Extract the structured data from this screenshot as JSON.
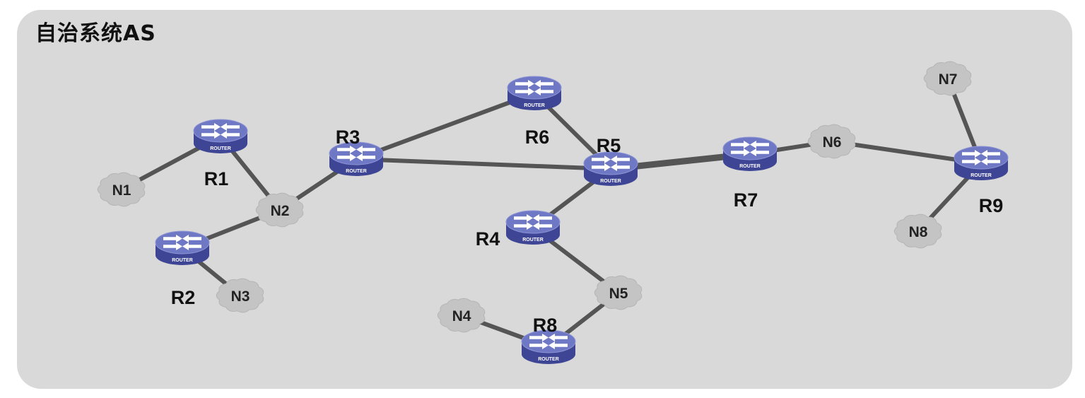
{
  "title": "自治系统AS",
  "colors": {
    "panel": "#d9d9d9",
    "link": "#555555",
    "router_top": "#6f78c4",
    "router_side": "#3d4594",
    "cloud": "#c4c4c4"
  },
  "routers": [
    {
      "id": "R1",
      "label": "R1",
      "sub": "ROUTER"
    },
    {
      "id": "R2",
      "label": "R2",
      "sub": "ROUTER"
    },
    {
      "id": "R3",
      "label": "R3",
      "sub": "ROUTER"
    },
    {
      "id": "R4",
      "label": "R4",
      "sub": "ROUTER"
    },
    {
      "id": "R5",
      "label": "R5",
      "sub": "ROUTER"
    },
    {
      "id": "R6",
      "label": "R6",
      "sub": "ROUTER"
    },
    {
      "id": "R7",
      "label": "R7",
      "sub": "ROUTER"
    },
    {
      "id": "R8",
      "label": "R8",
      "sub": "ROUTER"
    },
    {
      "id": "R9",
      "label": "R9",
      "sub": "ROUTER"
    }
  ],
  "networks": [
    {
      "id": "N1",
      "label": "N1"
    },
    {
      "id": "N2",
      "label": "N2"
    },
    {
      "id": "N3",
      "label": "N3"
    },
    {
      "id": "N4",
      "label": "N4"
    },
    {
      "id": "N5",
      "label": "N5"
    },
    {
      "id": "N6",
      "label": "N6"
    },
    {
      "id": "N7",
      "label": "N7"
    },
    {
      "id": "N8",
      "label": "N8"
    }
  ],
  "links": [
    {
      "from": "R1",
      "to": "N1"
    },
    {
      "from": "R1",
      "to": "N2"
    },
    {
      "from": "R2",
      "to": "N2"
    },
    {
      "from": "R2",
      "to": "N3"
    },
    {
      "from": "N2",
      "to": "R3"
    },
    {
      "from": "R3",
      "to": "R6"
    },
    {
      "from": "R3",
      "to": "R5"
    },
    {
      "from": "R6",
      "to": "R5"
    },
    {
      "from": "R5",
      "to": "R4"
    },
    {
      "from": "R5",
      "to": "R7",
      "weight": "heavy"
    },
    {
      "from": "R4",
      "to": "N5"
    },
    {
      "from": "N5",
      "to": "R8"
    },
    {
      "from": "R8",
      "to": "N4"
    },
    {
      "from": "R7",
      "to": "N6"
    },
    {
      "from": "N6",
      "to": "R9"
    },
    {
      "from": "R9",
      "to": "N7"
    },
    {
      "from": "R9",
      "to": "N8"
    }
  ]
}
